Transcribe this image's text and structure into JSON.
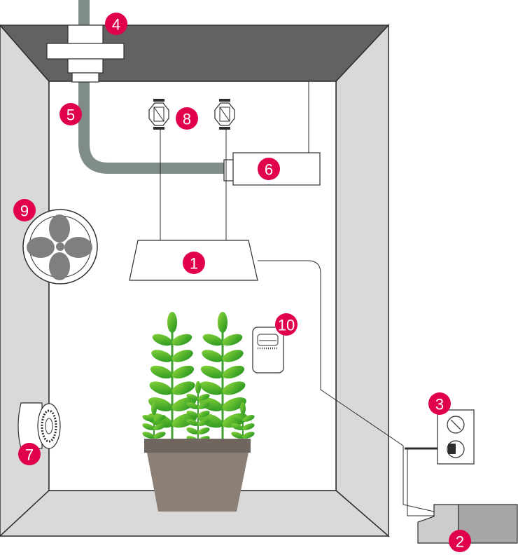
{
  "diagram": {
    "colors": {
      "marker": "#e0004d",
      "tent_wall": "#d9d9d9",
      "tent_outline": "#2d2d2d",
      "tent_ceiling": "#626262",
      "duct": "#7f8c8a",
      "pot_rim": "#6f6660",
      "pot_body": "#8c8076",
      "leaf_light": "#8ed83a",
      "leaf_dark": "#1f8f1f",
      "ballast_right": "#a6a6a6",
      "ballast_left": "#cccccc"
    },
    "markers": [
      {
        "id": "grow-light",
        "label": "1"
      },
      {
        "id": "ballast",
        "label": "2"
      },
      {
        "id": "outlet",
        "label": "3"
      },
      {
        "id": "inline-fan",
        "label": "4"
      },
      {
        "id": "ducting",
        "label": "5"
      },
      {
        "id": "carbon-filter",
        "label": "6"
      },
      {
        "id": "intake-fan",
        "label": "7"
      },
      {
        "id": "hangers",
        "label": "8"
      },
      {
        "id": "oscillating-fan",
        "label": "9"
      },
      {
        "id": "hygrometer",
        "label": "10"
      }
    ],
    "icons": [
      "grow-light-icon",
      "ballast-icon",
      "outlet-icon",
      "inline-fan-icon",
      "duct-icon",
      "carbon-filter-icon",
      "intake-fan-icon",
      "hanger-icon",
      "wall-fan-icon",
      "hygrometer-icon",
      "plant-icon",
      "pot-icon"
    ]
  }
}
